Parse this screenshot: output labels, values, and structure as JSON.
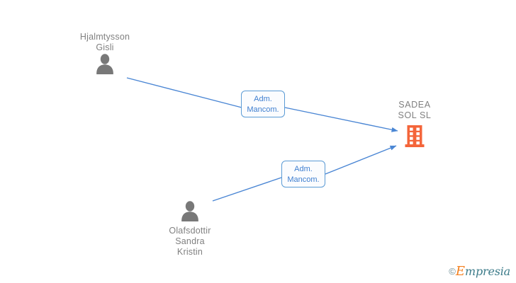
{
  "diagram": {
    "background": "#ffffff",
    "edge_color": "#4a86d4",
    "person_icon_color": "#787878",
    "company_icon_color": "#f4653a",
    "label_text_color": "#808080",
    "rel_label_color": "#3f7fd0",
    "rel_label_border": "#5b9bd5"
  },
  "nodes": {
    "person_top": {
      "name": "Hjalmtysson\nGisli",
      "icon": "person-icon",
      "type": "person"
    },
    "person_bottom": {
      "name": "Olafsdottir\nSandra\nKristin",
      "icon": "person-icon",
      "type": "person"
    },
    "company": {
      "name": "SADEA\nSOL  SL",
      "icon": "building-icon",
      "type": "company"
    }
  },
  "relations": [
    {
      "label": "Adm.\nMancom.",
      "from": "person_top",
      "to": "company"
    },
    {
      "label": "Adm.\nMancom.",
      "from": "person_bottom",
      "to": "company"
    }
  ],
  "watermark": {
    "copyright": "©",
    "brand_initial": "E",
    "brand_rest": "mpresia"
  }
}
